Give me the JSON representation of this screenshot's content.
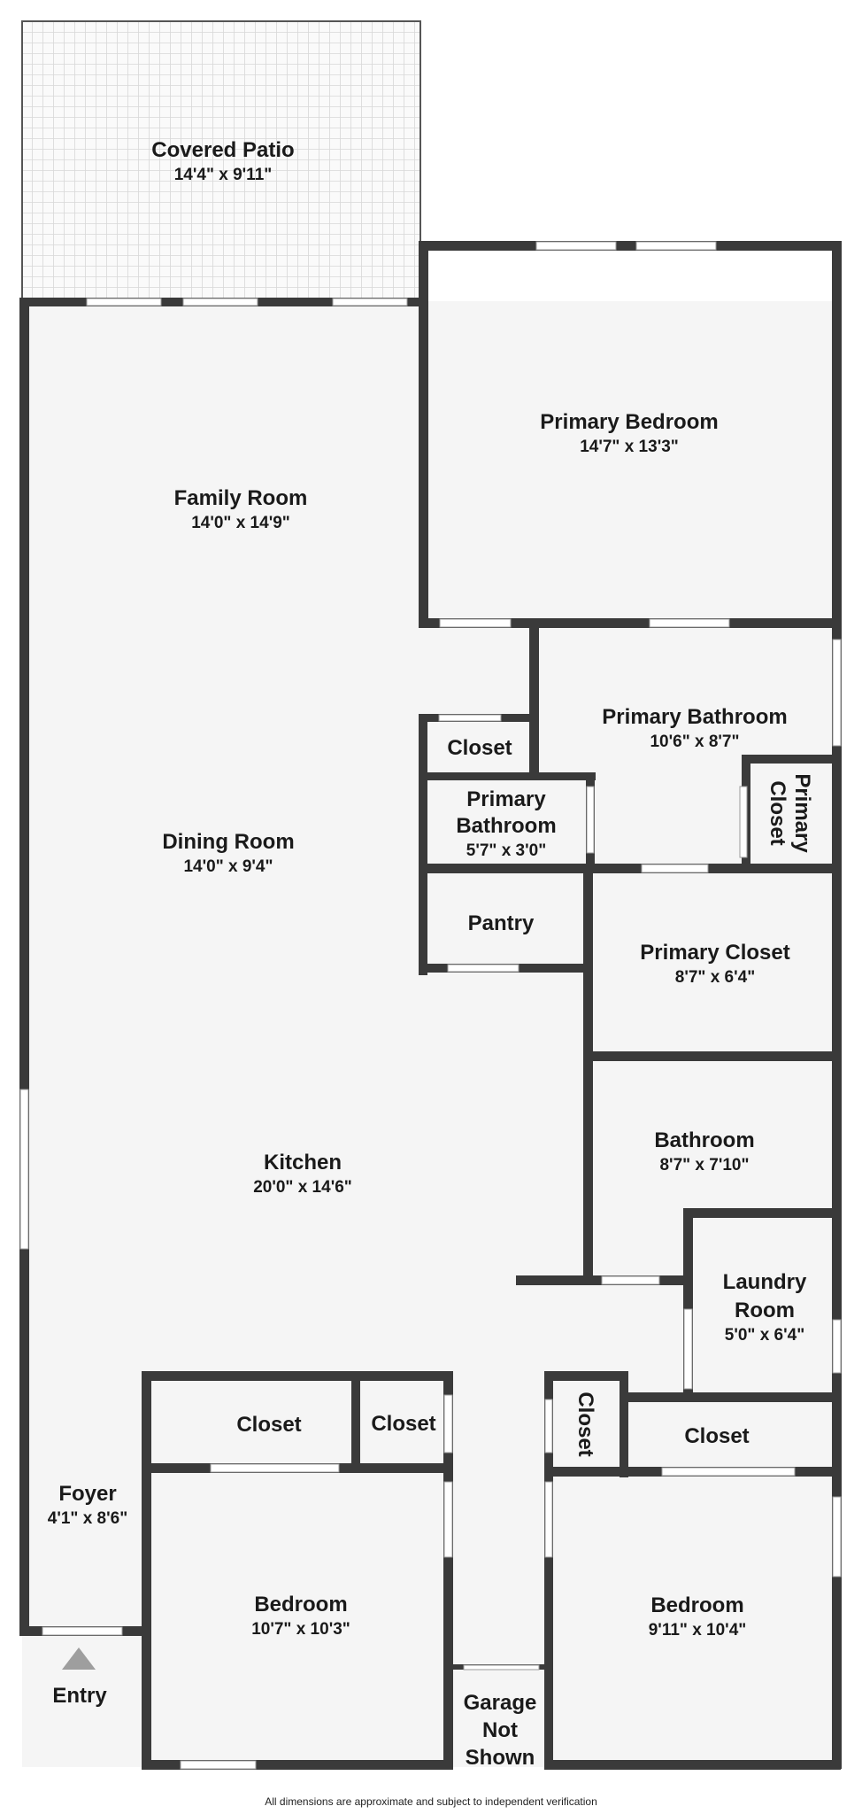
{
  "rooms": {
    "covered_patio": {
      "name": "Covered Patio",
      "dims": "14'4\" x 9'11\""
    },
    "family_room": {
      "name": "Family Room",
      "dims": "14'0\" x 14'9\""
    },
    "primary_bedroom": {
      "name": "Primary Bedroom",
      "dims": "14'7\" x 13'3\""
    },
    "primary_bathroom": {
      "name": "Primary Bathroom",
      "dims": "10'6\" x 8'7\""
    },
    "closet_upper": {
      "name": "Closet"
    },
    "primary_bathroom_small": {
      "name_line1": "Primary",
      "name_line2": "Bathroom",
      "dims": "5'7\" x 3'0\""
    },
    "primary_closet_vertical": {
      "name_line1": "Primary",
      "name_line2": "Closet"
    },
    "dining_room": {
      "name": "Dining Room",
      "dims": "14'0\" x 9'4\""
    },
    "pantry": {
      "name": "Pantry"
    },
    "primary_closet": {
      "name": "Primary Closet",
      "dims": "8'7\" x 6'4\""
    },
    "bathroom": {
      "name": "Bathroom",
      "dims": "8'7\" x 7'10\""
    },
    "kitchen": {
      "name": "Kitchen",
      "dims": "20'0\" x 14'6\""
    },
    "laundry_room": {
      "name_line1": "Laundry",
      "name_line2": "Room",
      "dims": "5'0\" x 6'4\""
    },
    "closet_bed1_a": {
      "name": "Closet"
    },
    "closet_bed1_b": {
      "name": "Closet"
    },
    "closet_vertical": {
      "name": "Closet"
    },
    "closet_bed2": {
      "name": "Closet"
    },
    "foyer": {
      "name": "Foyer",
      "dims": "4'1\" x 8'6\""
    },
    "bedroom_1": {
      "name": "Bedroom",
      "dims": "10'7\" x 10'3\""
    },
    "bedroom_2": {
      "name": "Bedroom",
      "dims": "9'11\" x 10'4\""
    },
    "garage": {
      "name_line1": "Garage",
      "name_line2": "Not",
      "name_line3": "Shown"
    }
  },
  "entry_label": "Entry",
  "footnote": "All dimensions are approximate and subject to independent verification",
  "colors": {
    "wall": "#3a3a3a",
    "floor": "#f5f5f5",
    "patio_grid": "#d8d8d8",
    "entry_marker": "#9e9e9e"
  }
}
